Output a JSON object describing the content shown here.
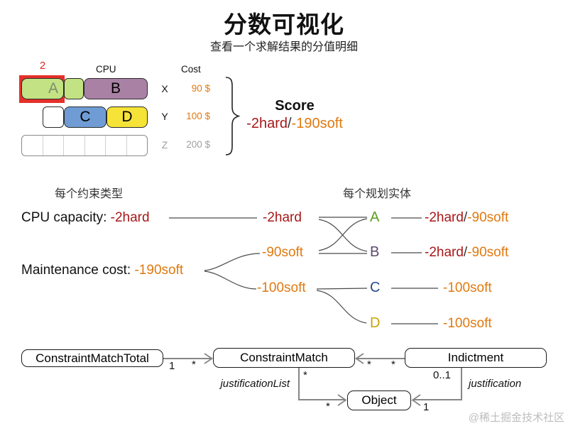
{
  "title": "分数可视化",
  "subtitle": "查看一个求解结果的分值明细",
  "colors": {
    "hard_red": "#a81717",
    "soft_orange": "#e0790f",
    "highlight_red": "#e5302a",
    "block_green": "#c3e283",
    "block_purple": "#a981a5",
    "block_blue": "#6f9cd4",
    "block_yellow": "#f5e338",
    "entity_a_green": "#5a9e1f",
    "entity_b_purple": "#5c4a6e",
    "entity_c_blue": "#2a4a8c",
    "entity_d_yellow": "#c8a40a",
    "muted_gray": "#a0a0a0"
  },
  "machines": {
    "overload": "2",
    "cpu_header": "CPU",
    "cost_header": "Cost",
    "blocks": {
      "a": "A",
      "b": "B",
      "c": "C",
      "d": "D"
    },
    "rows": [
      {
        "name": "X",
        "cost": "90 $"
      },
      {
        "name": "Y",
        "cost": "100 $"
      },
      {
        "name": "Z",
        "cost": "200 $"
      }
    ]
  },
  "score": {
    "heading": "Score",
    "hard": "-2hard",
    "separator": "/",
    "soft": "-190soft"
  },
  "breakdown": {
    "per_constraint_header": "每个约束类型",
    "per_entity_header": "每个规划实体",
    "constraints": [
      {
        "label": "CPU capacity: ",
        "value": "-2hard"
      },
      {
        "label": "Maintenance cost: ",
        "value": "-190soft"
      }
    ],
    "matches": [
      "-2hard",
      "-90soft",
      "-100soft"
    ],
    "entities": [
      {
        "name": "A",
        "hard": "-2hard",
        "separator": "/",
        "soft": "-90soft"
      },
      {
        "name": "B",
        "hard": "-2hard",
        "separator": "/",
        "soft": "-90soft"
      },
      {
        "name": "C",
        "soft": "-100soft"
      },
      {
        "name": "D",
        "soft": "-100soft"
      }
    ]
  },
  "uml": {
    "constraint_match_total": "ConstraintMatchTotal",
    "constraint_match": "ConstraintMatch",
    "indictment": "Indictment",
    "object": "Object",
    "cmt_source_card": "1",
    "cmt_target_card": "*",
    "ind_target_card": "*",
    "ind_source_card": "*",
    "cm_obj_source_card": "*",
    "cm_obj_target_card": "*",
    "ind_obj_source_card": "0..1",
    "ind_obj_target_card": "1",
    "justification_list_label": "justificationList",
    "justification_label": "justification"
  },
  "watermark": "@稀土掘金技术社区"
}
